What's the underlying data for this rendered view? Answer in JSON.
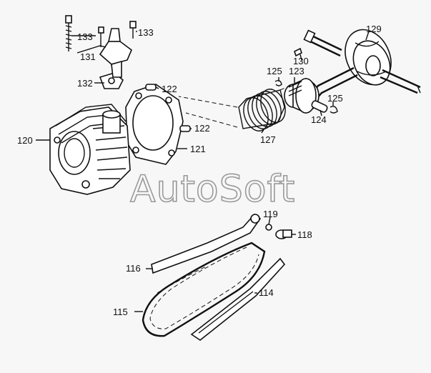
{
  "watermark": "AutoSoft",
  "callouts": [
    {
      "id": "c129",
      "text": "129"
    },
    {
      "id": "c130",
      "text": "130"
    },
    {
      "id": "c125a",
      "text": "125"
    },
    {
      "id": "c123",
      "text": "123"
    },
    {
      "id": "c125b",
      "text": "125"
    },
    {
      "id": "c124",
      "text": "124"
    },
    {
      "id": "c127",
      "text": "127"
    },
    {
      "id": "c133a",
      "text": "133"
    },
    {
      "id": "c133b",
      "text": "133"
    },
    {
      "id": "c131",
      "text": "131"
    },
    {
      "id": "c132",
      "text": "132"
    },
    {
      "id": "c122a",
      "text": "122"
    },
    {
      "id": "c122b",
      "text": "122"
    },
    {
      "id": "c121",
      "text": "121"
    },
    {
      "id": "c120",
      "text": "120"
    },
    {
      "id": "c119",
      "text": "119"
    },
    {
      "id": "c118",
      "text": "118"
    },
    {
      "id": "c116",
      "text": "116"
    },
    {
      "id": "c114",
      "text": "114"
    },
    {
      "id": "c115",
      "text": "115"
    }
  ]
}
